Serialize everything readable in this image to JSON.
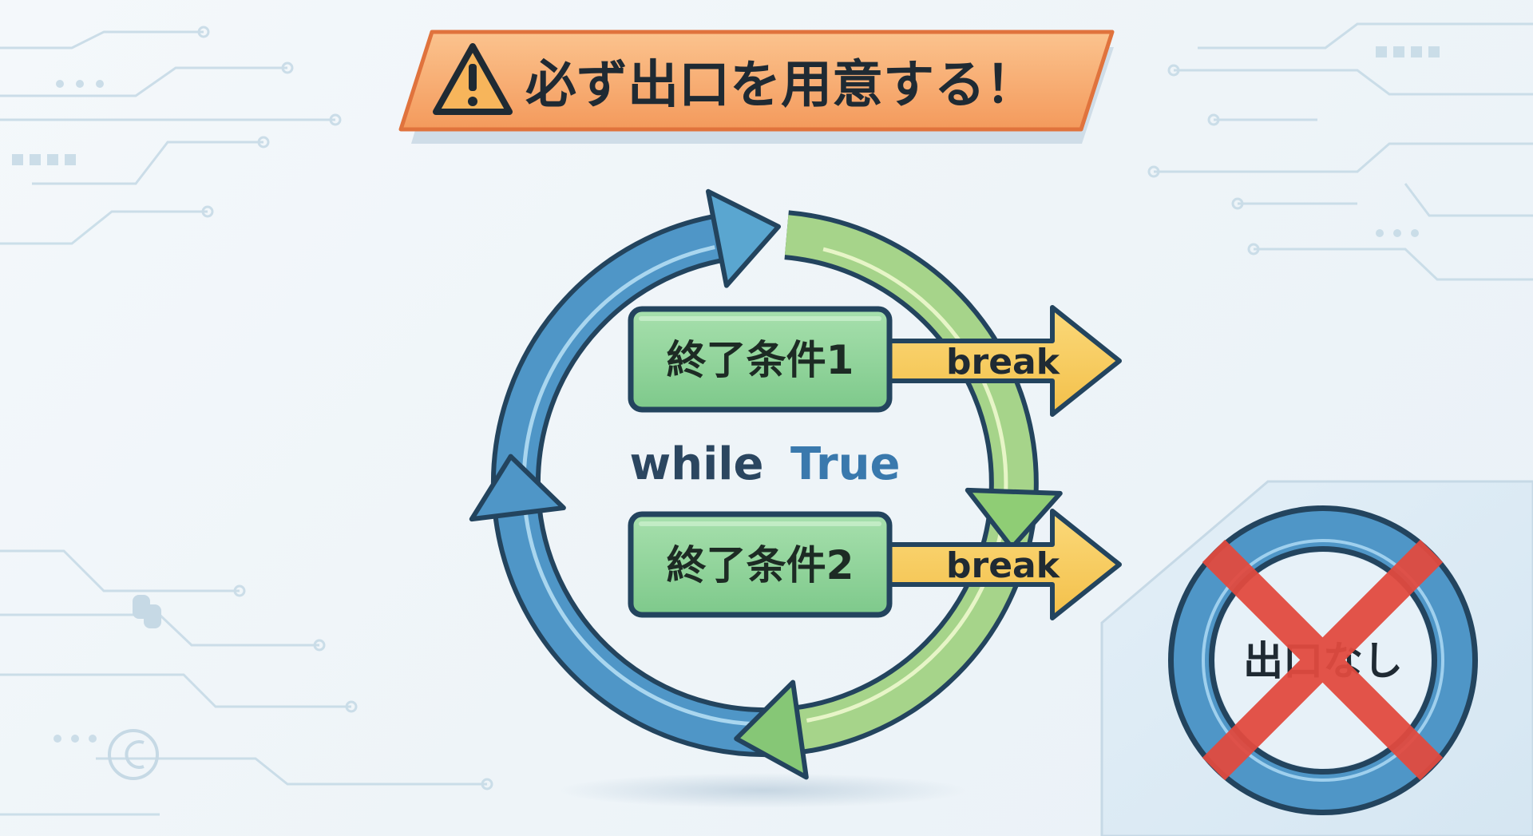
{
  "warning_banner": {
    "icon": "warning-triangle-icon",
    "text": "必ず出口を用意する！"
  },
  "loop_diagram": {
    "keyword": "while",
    "value": "True",
    "conditions": [
      {
        "label": "終了条件1",
        "exit_label": "break"
      },
      {
        "label": "終了条件2",
        "exit_label": "break"
      }
    ]
  },
  "no_exit_panel": {
    "label": "出口なし",
    "mark_icon": "red-x-cross-icon"
  },
  "colors": {
    "banner_fill": "#f6a56a",
    "banner_border": "#e0733d",
    "loop_blue": "#4f96c7",
    "loop_green": "#a6d48a",
    "outline": "#23445e",
    "condition_fill": "#8fd49a",
    "break_arrow_fill": "#f7cd5d",
    "while_keyword": "#2b4660",
    "while_value": "#3a79ad",
    "cross_red": "#e24a3f",
    "panel_bg": "#dcebf5"
  }
}
